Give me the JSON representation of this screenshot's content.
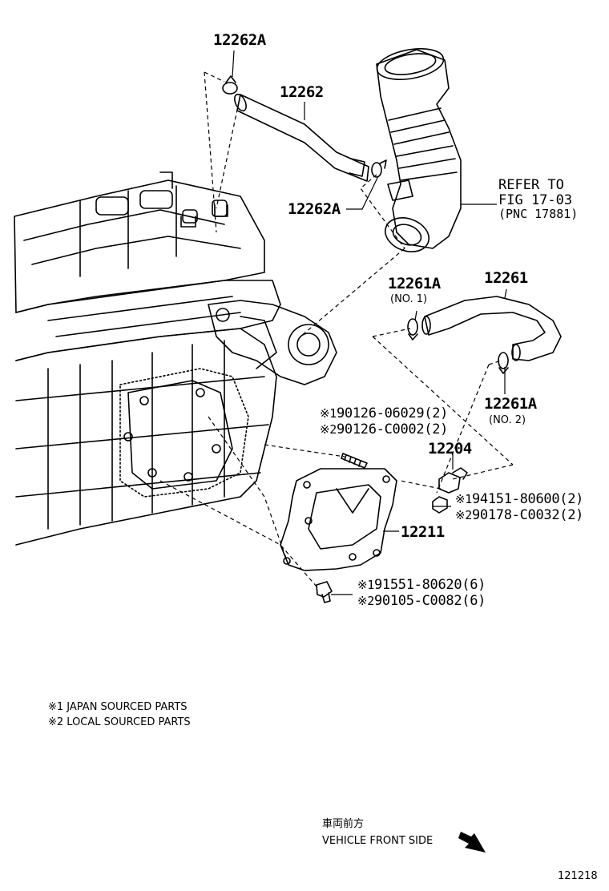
{
  "labels": {
    "p12262A_top": "12262A",
    "p12262": "12262",
    "p12262A_mid": "12262A",
    "p12261A_top": "12261A",
    "no1": "(NO. 1)",
    "p12261": "12261",
    "p12261A_bot": "12261A",
    "no2": "(NO. 2)",
    "p12204": "12204",
    "p12211": "12211"
  },
  "refer": {
    "line1": "REFER TO",
    "line2": "FIG 17-03",
    "line3": "(PNC 17881)"
  },
  "part_numbers": [
    {
      "mark": "※1",
      "number": "90126-06029(2)"
    },
    {
      "mark": "※2",
      "number": "90126-C0002(2)"
    },
    {
      "mark": "※1",
      "number": "94151-80600(2)"
    },
    {
      "mark": "※2",
      "number": "90178-C0032(2)"
    },
    {
      "mark": "※1",
      "number": "91551-80620(6)"
    },
    {
      "mark": "※2",
      "number": "90105-C0082(6)"
    }
  ],
  "legend": {
    "line1": "※1 JAPAN SOURCED PARTS",
    "line2": "※2 LOCAL SOURCED PARTS"
  },
  "front": {
    "japanese": "車両前方",
    "english": "VEHICLE FRONT SIDE"
  },
  "drawing_code": "121218"
}
